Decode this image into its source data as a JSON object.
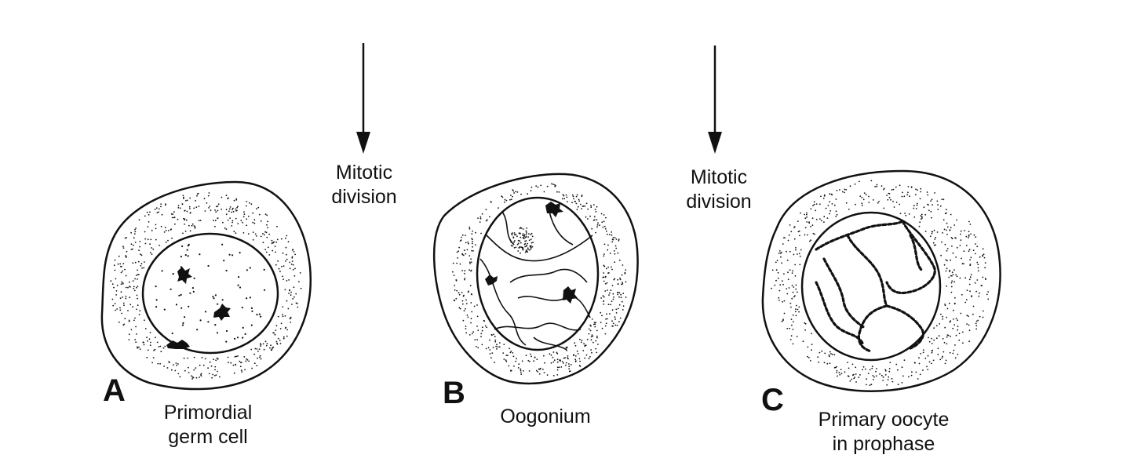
{
  "figure": {
    "arrows": [
      {
        "label": "Mitotic\ndivision"
      },
      {
        "label": "Mitotic\ndivision"
      }
    ],
    "cells": [
      {
        "letter": "A",
        "caption": "Primordial\ngerm cell"
      },
      {
        "letter": "B",
        "caption": "Oogonium"
      },
      {
        "letter": "C",
        "caption": "Primary oocyte\nin prophase"
      }
    ]
  },
  "colors": {
    "ink": "#111111",
    "background": "#ffffff"
  }
}
